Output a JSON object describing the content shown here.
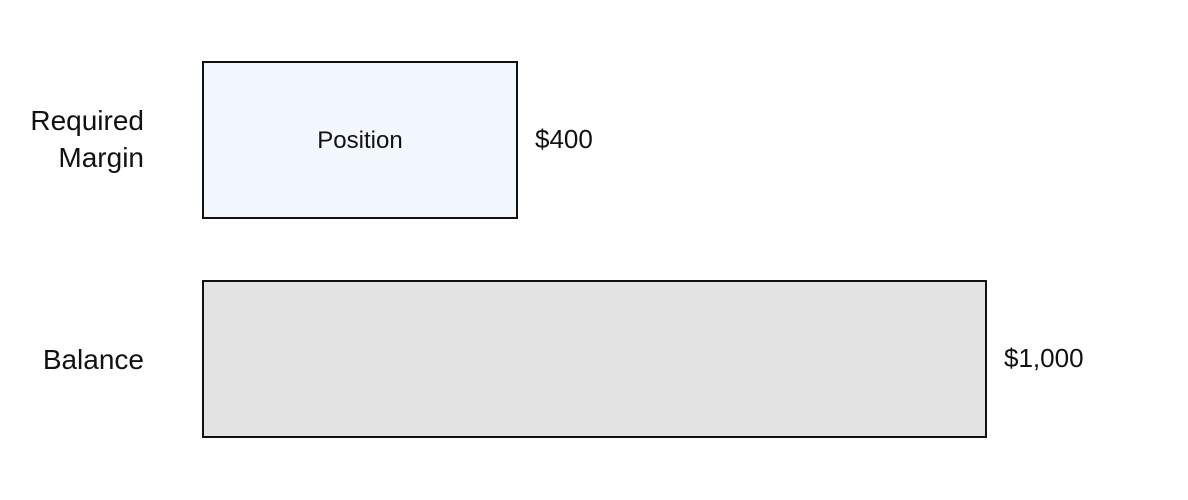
{
  "colors": {
    "position_fill": "#f3f7fe",
    "balance_fill": "#e3e3e3",
    "border": "#111111",
    "text": "#111111"
  },
  "rows": {
    "required_margin": {
      "label_line1": "Required",
      "label_line2": "Margin",
      "box_label": "Position",
      "amount": "$400",
      "value": 400
    },
    "balance": {
      "label": "Balance",
      "amount": "$1,000",
      "value": 1000
    }
  }
}
